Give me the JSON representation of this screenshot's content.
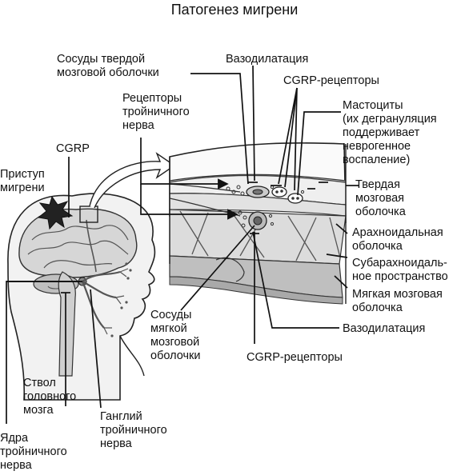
{
  "title": "Патогенез мигрени",
  "labels": {
    "dura_vessels": "Сосуды твердой\nмозговой оболочки",
    "vasodilation_top": "Вазодилатация",
    "cgrp_receptors_top": "CGRP-рецепторы",
    "trigeminal_receptors": "Рецепторы\nтройничного\nнерва",
    "mast_cells": "Мастоциты\n(их дегрануляция\nподдерживает\nневрогенное\nвоспаление)",
    "cgrp": "CGRP",
    "migraine_attack": "Приступ\nмигрени",
    "dura_mater": "Твердая\nмозговая\nоболочка",
    "arachnoid": "Арахноидальная\nоболочка",
    "subarachnoid": "Субарахноидаль-\nное пространство",
    "pia_mater": "Мягкая мозговая\nоболочка",
    "vasodilation_bottom": "Вазодилатация",
    "pia_vessels": "Сосуды\nмягкой\nмозговой\nоболочки",
    "cgrp_receptors_bottom": "CGRP-рецепторы",
    "brainstem": "Ствол\nголовного\nмозга",
    "trigeminal_ganglion": "Ганглий\nтройничного\nнерва",
    "trigeminal_nuclei": "Ядра\nтройничного\nнерва"
  }
}
